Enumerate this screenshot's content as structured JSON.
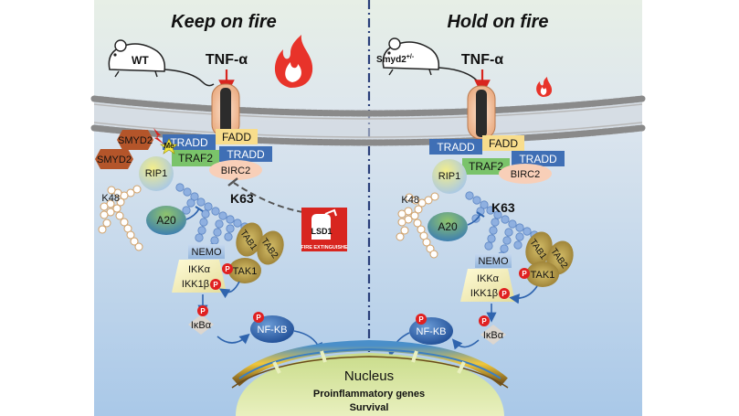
{
  "left_panel": {
    "title": "Keep on fire",
    "mouse_label": "WT",
    "ligand": "TNF-α",
    "smyd2_top": "SMYD2",
    "smyd2_bottom": "SMYD2",
    "me": "Me",
    "tradd_left": "TRADD",
    "fadd": "FADD",
    "traf2": "TRAF2",
    "tradd_right": "TRADD",
    "rip1": "RIP1",
    "birc2": "BIRC2",
    "k48": "K48",
    "k63": "K63",
    "a20": "A20",
    "tab1": "TAB1",
    "tab2": "TAB2",
    "nemo": "NEMO",
    "tak1": "TAK1",
    "ikka": "IKKα",
    "ikkb": "IKK1β",
    "p": "P",
    "ikba": "IκBα",
    "nfkb": "NF-KB",
    "lsd1": "LSD1",
    "extinguisher": "FIRE EXTINGUISHE"
  },
  "right_panel": {
    "title": "Hold on fire",
    "mouse_label": "Smyd2",
    "mouse_label_sup": "+/-",
    "ligand": "TNF-α",
    "tradd_left": "TRADD",
    "fadd": "FADD",
    "traf2": "TRAF2",
    "tradd_right": "TRADD",
    "rip1": "RIP1",
    "birc2": "BIRC2",
    "k48": "K48",
    "k63": "K63",
    "a20": "A20",
    "tab1": "TAB1",
    "tab2": "TAB2",
    "nemo": "NEMO",
    "tak1": "TAK1",
    "ikka": "IKKα",
    "ikkb": "IKK1β",
    "p": "P",
    "ikba": "IκBα",
    "nfkb": "NF-KB"
  },
  "nucleus": {
    "label": "Nucleus",
    "genes": "Proinflammatory genes",
    "survival": "Survival"
  },
  "colors": {
    "tradd": "#3f6fb5",
    "fadd": "#f8dd8c",
    "traf2": "#7ac36a",
    "smyd2": "#b4552a",
    "birc2": "#f8cfb8",
    "nfkb": "#2f64ae",
    "p": "#e02020",
    "lsd1": "#d8251f",
    "ubiquitin": "#8fb0e0"
  }
}
